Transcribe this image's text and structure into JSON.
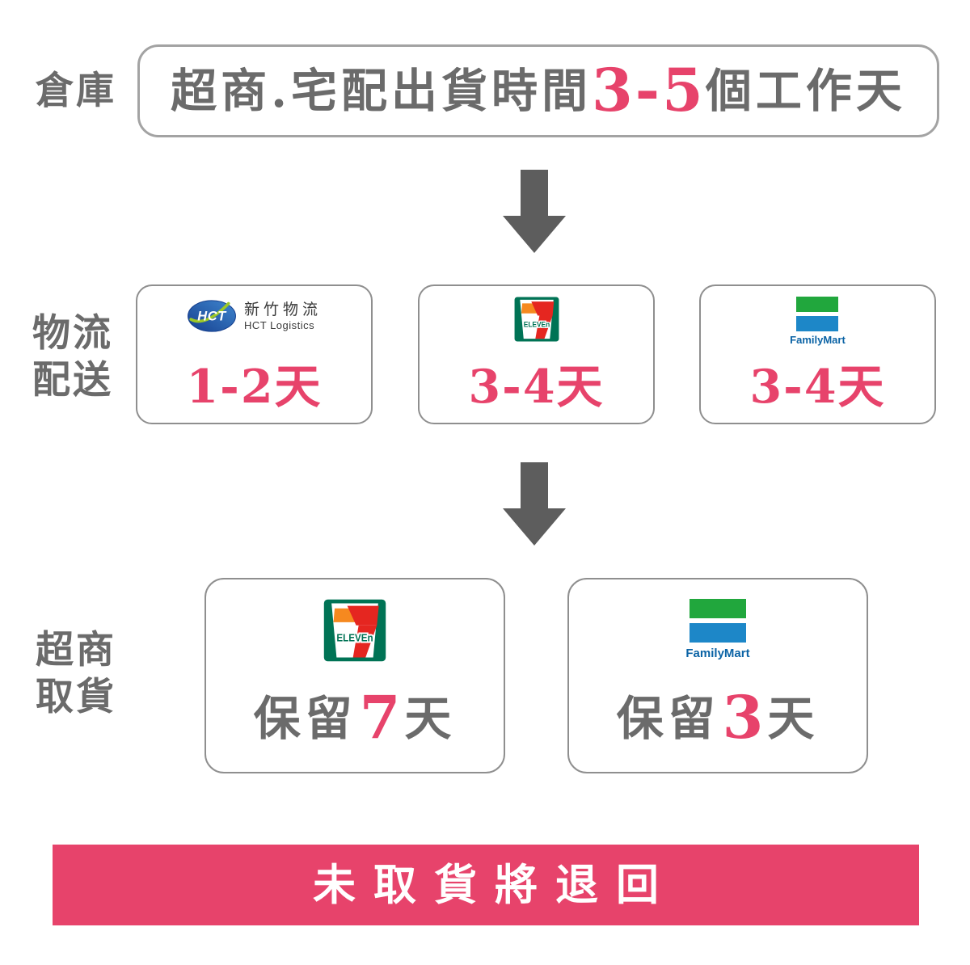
{
  "colors": {
    "text_gray": "#6b6b6b",
    "accent_pink": "#e7436b",
    "border_gray": "#a3a3a3",
    "card_border_gray": "#8f8f8f",
    "arrow_gray": "#5d5d5d",
    "banner_bg": "#e7436b",
    "banner_text": "#ffffff",
    "seven_green": "#007355",
    "seven_orange": "#f6891f",
    "seven_red": "#e52620",
    "fm_green": "#21a73d",
    "fm_blue": "#1d87c8",
    "fm_word_blue": "#0b63a5",
    "hct_navy": "#16408f",
    "hct_blue": "#3f86cf",
    "hct_swoosh": "#9ec825",
    "hct_text_dark": "#3a3a3a"
  },
  "warehouse_row": {
    "side_label": "倉庫",
    "message_prefix": "超商.宅配出貨時間",
    "message_accent": "3-5",
    "message_suffix": "個工作天"
  },
  "logistics_row": {
    "side_label_line1": "物流",
    "side_label_line2": "配送",
    "cards": [
      {
        "brand": "HCT Logistics",
        "logo_mark": "HCT",
        "logo_cn": "新竹物流",
        "logo_en": "HCT Logistics",
        "duration": "1-2天"
      },
      {
        "brand": "7-ELEVEN",
        "logo_word": "ELEVEn",
        "duration": "3-4天"
      },
      {
        "brand": "FamilyMart",
        "logo_word": "FamilyMart",
        "duration": "3-4天"
      }
    ]
  },
  "pickup_row": {
    "side_label_line1": "超商",
    "side_label_line2": "取貨",
    "cards": [
      {
        "brand": "7-ELEVEN",
        "logo_word": "ELEVEn",
        "hold_prefix": "保留",
        "hold_accent": "7",
        "hold_suffix": "天"
      },
      {
        "brand": "FamilyMart",
        "logo_word": "FamilyMart",
        "hold_prefix": "保留",
        "hold_accent": "3",
        "hold_suffix": "天"
      }
    ]
  },
  "footer_banner": {
    "text": "未取貨將退回"
  }
}
